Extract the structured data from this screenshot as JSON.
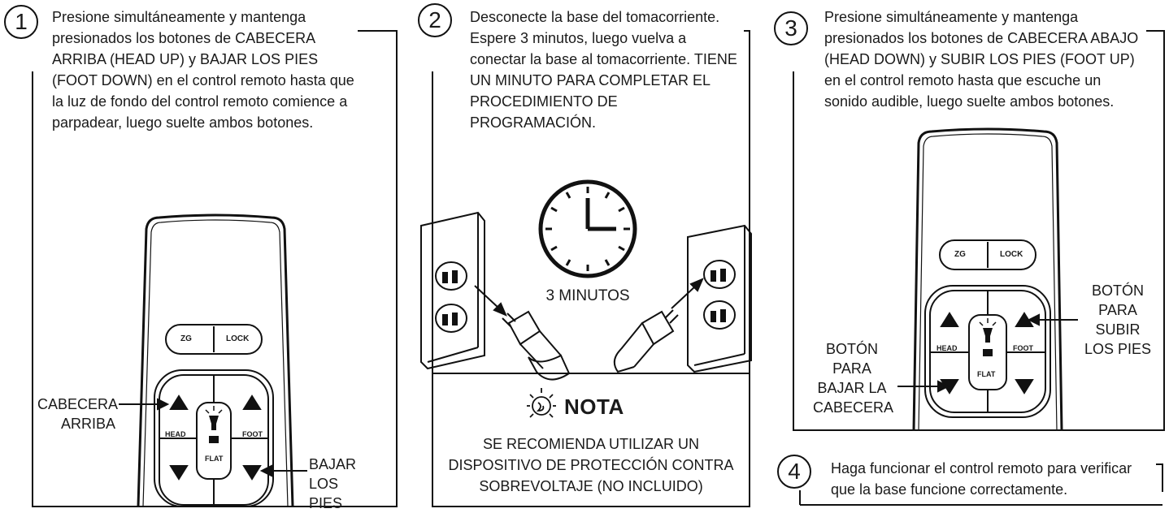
{
  "steps": [
    {
      "number": "1",
      "text": "Presione simultáneamente y mantenga presionados los botones de CABECERA ARRIBA (HEAD UP) y BAJAR LOS PIES (FOOT DOWN) en el control remoto hasta que la luz de fondo del control remoto comience a parpadear, luego suelte ambos botones."
    },
    {
      "number": "2",
      "text": "Desconecte la base del tomacorriente. Espere 3 minutos, luego vuelva a conectar la base al tomacorriente. TIENE UN MINUTO PARA COMPLETAR EL PROCEDIMIENTO DE PROGRAMACIÓN."
    },
    {
      "number": "3",
      "text": "Presione simultáneamente y mantenga presionados los botones de CABECERA ABAJO (HEAD DOWN) y SUBIR LOS PIES (FOOT UP) en el control remoto hasta que escuche un sonido audible, luego suelte ambos botones."
    },
    {
      "number": "4",
      "text": "Haga funcionar el control remoto para verificar que la base funcione correctamente."
    }
  ],
  "remote": {
    "zg": "ZG",
    "lock": "LOCK",
    "head": "HEAD",
    "foot": "FOOT",
    "flat": "FLAT"
  },
  "callouts": {
    "panel1_left": "CABECERA ARRIBA",
    "panel1_right": "BAJAR LOS PIES",
    "panel3_left": "BOTÓN PARA BAJAR LA CABECERA",
    "panel3_right": "BOTÓN PARA SUBIR LOS PIES"
  },
  "timer_label": "3 MINUTOS",
  "note": {
    "title": "NOTA",
    "text": "SE RECOMIENDA UTILIZAR UN DISPOSITIVO DE PROTECCIÓN CONTRA SOBREVOLTAJE (NO INCLUIDO)"
  }
}
